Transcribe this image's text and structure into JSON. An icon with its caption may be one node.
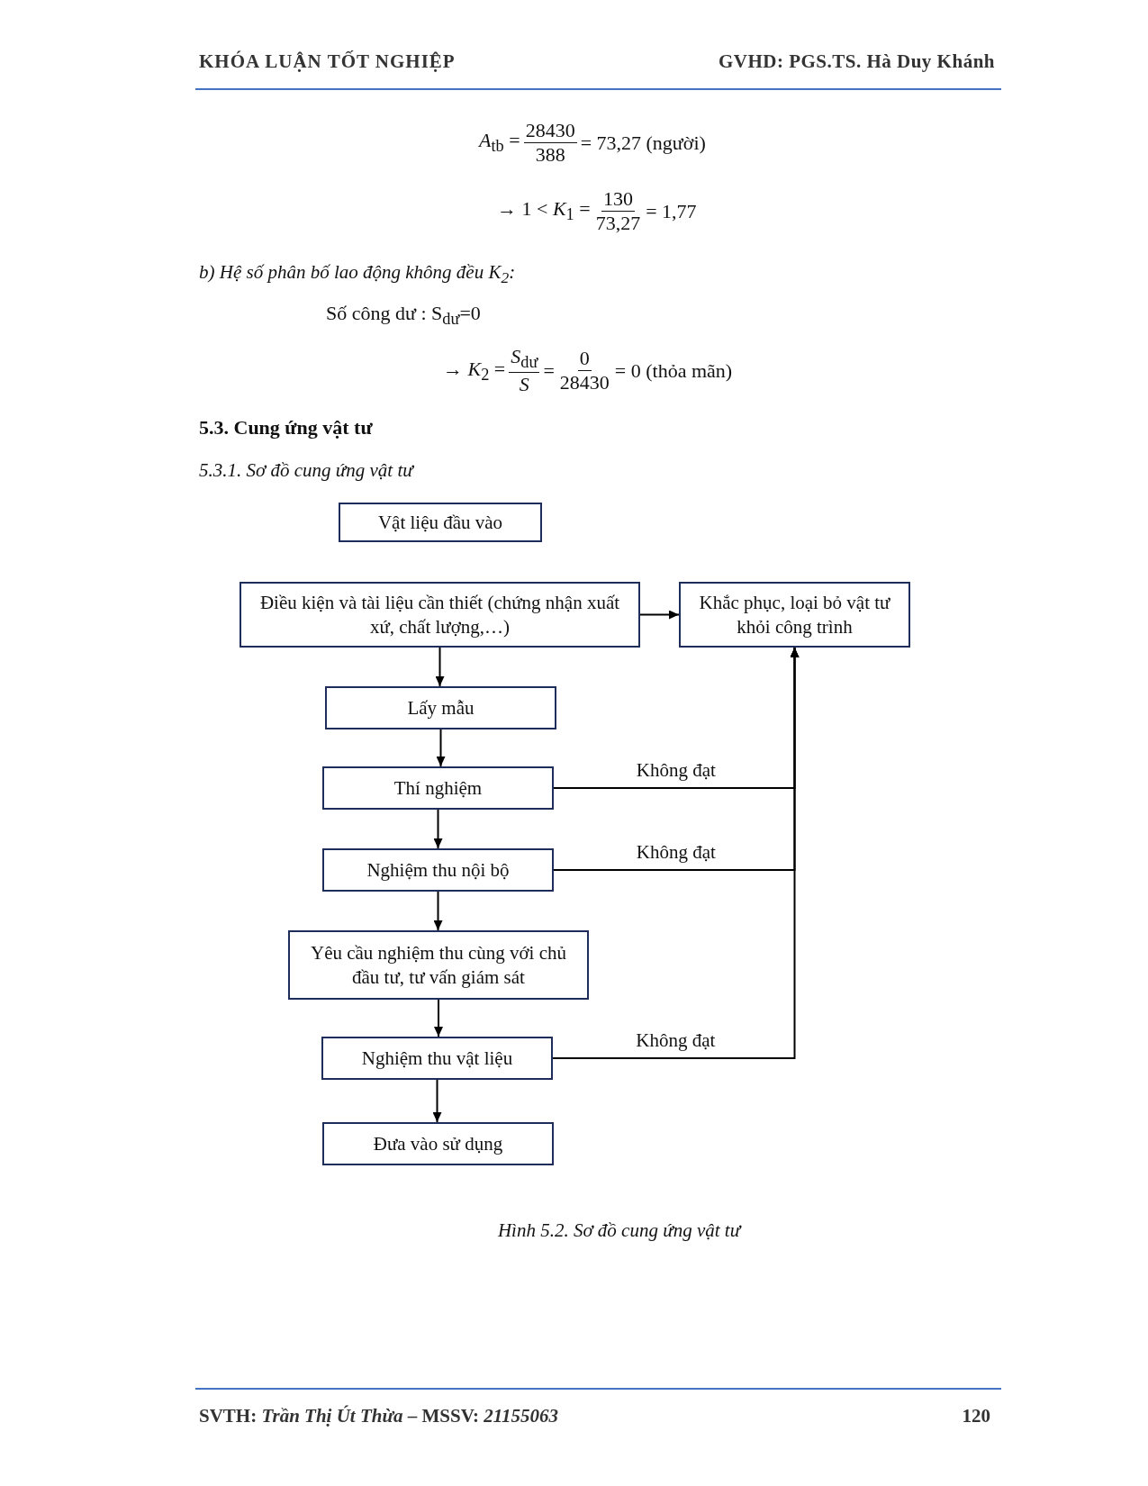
{
  "diagram": {
    "caption": "Hình 5.2. Sơ đồ cung ứng vật tư",
    "nodes": [
      {
        "text": [
          "Vật liệu đầu vào"
        ]
      },
      {
        "text": [
          "Điều kiện và tài liệu cần thiết (chứng nhận xuất xứ, chất lượng,…)"
        ]
      },
      {
        "text": [
          "Khắc phục, loại bỏ vật tư khỏi công trình"
        ]
      },
      {
        "text": [
          "Lấy mẫu"
        ]
      },
      {
        "text": [
          "Thí nghiệm"
        ]
      },
      {
        "text": [
          "Nghiệm thu nội bộ"
        ]
      },
      {
        "text": [
          "Yêu cầu nghiệm thu cùng với chủ đầu tư, tư vấn giám sát"
        ]
      },
      {
        "text": [
          "Nghiệm thu vật liệu"
        ]
      },
      {
        "text": [
          "Đưa vào sử dụng"
        ]
      }
    ],
    "edges": [
      {
        "from": 1,
        "to": 2,
        "arrow": "to"
      },
      {
        "from": 1,
        "to": 3,
        "arrow": "to"
      },
      {
        "from": 3,
        "to": 4,
        "arrow": "to"
      },
      {
        "from": 4,
        "to": 5,
        "arrow": "to"
      },
      {
        "from": 5,
        "to": 6,
        "arrow": "to"
      },
      {
        "from": 6,
        "to": 7,
        "arrow": "to"
      },
      {
        "from": 7,
        "to": 8,
        "arrow": "to"
      },
      {
        "from": 4,
        "to": 2,
        "arrow": "to",
        "label": "Không đạt"
      },
      {
        "from": 5,
        "to": 2,
        "arrow": "to",
        "label": "Không đạt"
      },
      {
        "from": 7,
        "to": 2,
        "arrow": "to",
        "label": "Không đạt"
      }
    ],
    "labels": [
      "KHÓA LUẬN TỐT NGHIỆP",
      "GVHD: PGS.TS. Hà Duy Khánh",
      "*A*$_{tb}$ =",
      "28430",
      "388",
      "= 73,27  (người)",
      "→ 1 < *K*$_{1}$ =",
      "130",
      "73,27",
      "= 1,77",
      "b) Hệ số phân bố lao động không đều K$_{2}$:",
      "Số công dư : S$_{dư}$=0",
      "→ *K*$_{2}$ =",
      "*S*$_{dư}$",
      "*S*",
      "=",
      "0",
      "28430",
      "= 0  (thỏa mãn)",
      "5.3. Cung ứng vật tư",
      "5.3.1. Sơ đồ cung ứng vật tư",
      "SVTH: *Trần Thị Út Thừa* – MSSV: *21155063*",
      "120"
    ]
  }
}
